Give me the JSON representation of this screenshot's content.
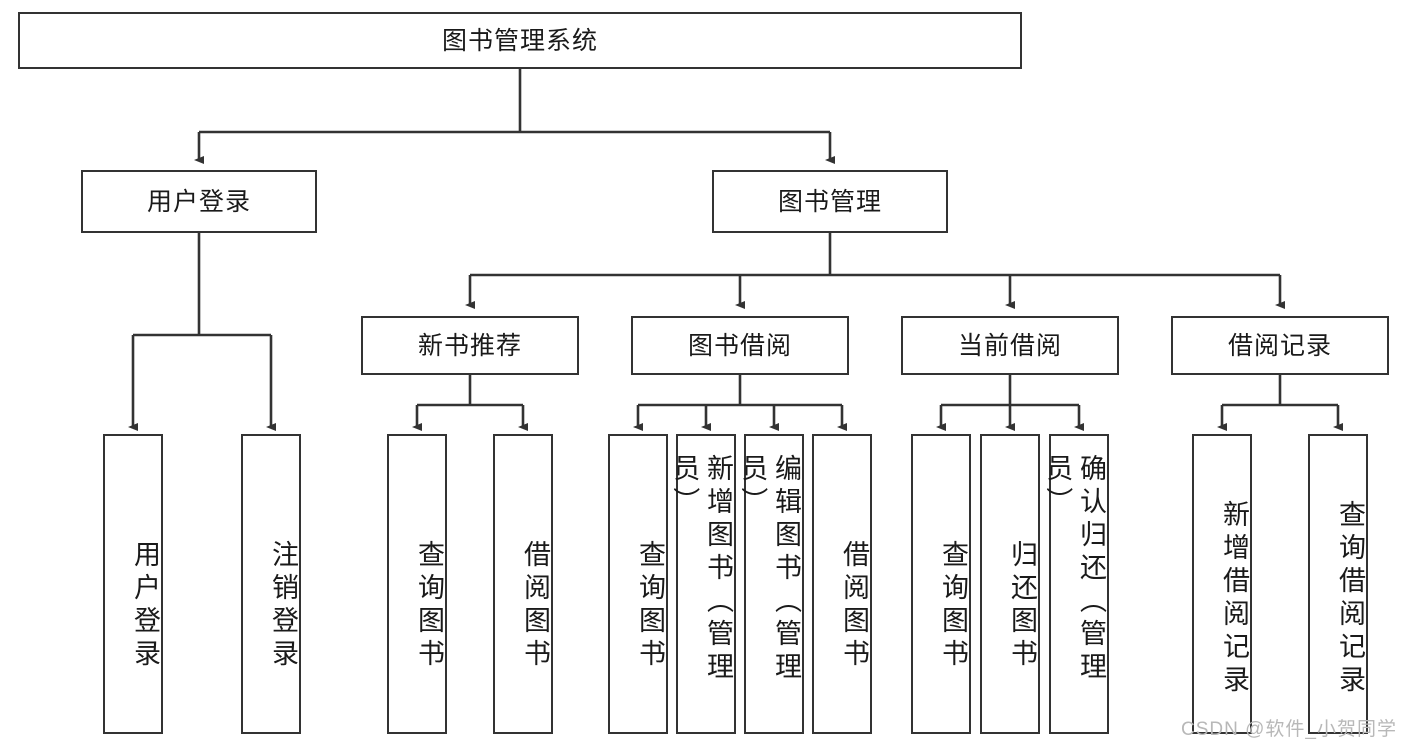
{
  "diagram": {
    "title": "图书管理系统",
    "type": "tree",
    "watermark": "CSDN @软件_小贺同学",
    "colors": {
      "box_border": "#333333",
      "box_fill": "#ffffff",
      "edge": "#333333",
      "text": "#1a1a1a",
      "watermark": "#b8b8b8",
      "background": "#ffffff"
    }
  },
  "nodes": {
    "root": {
      "label": "图书管理系统"
    },
    "level2": [
      {
        "id": "user-login",
        "label": "用户登录"
      },
      {
        "id": "book-manage",
        "label": "图书管理"
      }
    ],
    "level3": [
      {
        "id": "new-book-recommend",
        "label": "新书推荐"
      },
      {
        "id": "book-borrow",
        "label": "图书借阅"
      },
      {
        "id": "current-borrow",
        "label": "当前借阅"
      },
      {
        "id": "borrow-record",
        "label": "借阅记录"
      }
    ],
    "leaves": {
      "user-login": [
        {
          "id": "leaf-user-login",
          "label": "用户登录"
        },
        {
          "id": "leaf-logout",
          "label": "注销登录"
        }
      ],
      "new-book-recommend": [
        {
          "id": "leaf-query-book-1",
          "label": "查询图书"
        },
        {
          "id": "leaf-borrow-book-1",
          "label": "借阅图书"
        }
      ],
      "book-borrow": [
        {
          "id": "leaf-query-book-2",
          "label": "查询图书"
        },
        {
          "id": "leaf-add-book",
          "label": "新增图书（管理员）"
        },
        {
          "id": "leaf-edit-book",
          "label": "编辑图书（管理员）"
        },
        {
          "id": "leaf-borrow-book-2",
          "label": "借阅图书"
        }
      ],
      "current-borrow": [
        {
          "id": "leaf-query-book-3",
          "label": "查询图书"
        },
        {
          "id": "leaf-return-book",
          "label": "归还图书"
        },
        {
          "id": "leaf-confirm-return",
          "label": "确认归还（管理员）"
        }
      ],
      "borrow-record": [
        {
          "id": "leaf-add-record",
          "label": "新增借阅记录"
        },
        {
          "id": "leaf-query-record",
          "label": "查询借阅记录"
        }
      ]
    }
  }
}
